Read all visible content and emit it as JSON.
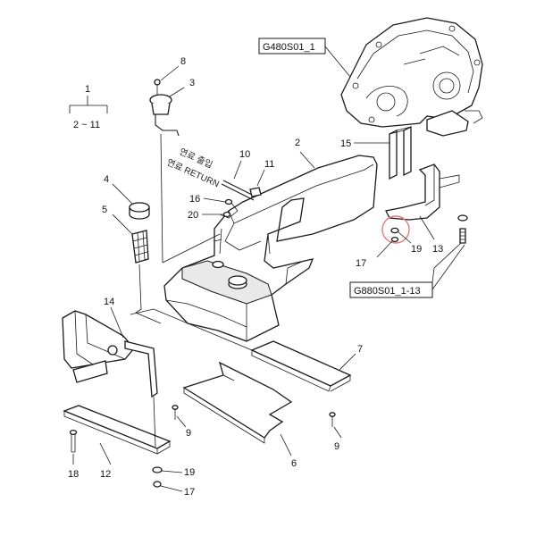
{
  "diagram": {
    "assembly": {
      "number": "1",
      "range": "2 ~ 11"
    },
    "refs": {
      "upper": "G480S01_1",
      "lower": "G880S01_1-13"
    },
    "hose_notes": {
      "supply": "연료 출입",
      "return": "연료 RETURN"
    },
    "callouts": {
      "c2": "2",
      "c3": "3",
      "c4": "4",
      "c5": "5",
      "c6": "6",
      "c7": "7",
      "c8": "8",
      "c9a": "9",
      "c9b": "9",
      "c10": "10",
      "c11": "11",
      "c12": "12",
      "c13": "13",
      "c14": "14",
      "c15": "15",
      "c16": "16",
      "c17a": "17",
      "c17b": "17",
      "c18": "18",
      "c19a": "19",
      "c19b": "19",
      "c20": "20"
    },
    "highlight_color": "#e07a7a"
  }
}
